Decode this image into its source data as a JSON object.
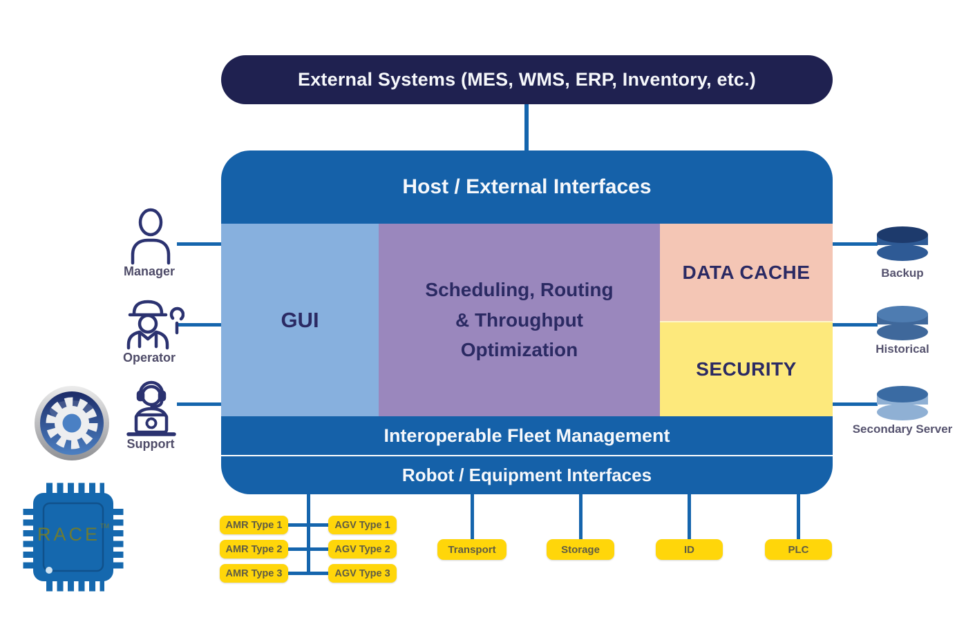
{
  "external": {
    "label": "External Systems (MES, WMS, ERP, Inventory, etc.)"
  },
  "main": {
    "header": "Host / External Interfaces",
    "gui": "GUI",
    "scheduling": "Scheduling, Routing\n& Throughput\nOptimization",
    "data_cache": "DATA CACHE",
    "security": "SECURITY",
    "fleet": "Interoperable Fleet Management",
    "robot": "Robot / Equipment Interfaces"
  },
  "actors": [
    {
      "label": "Manager",
      "icon": "manager-person-icon"
    },
    {
      "label": "Operator",
      "icon": "operator-worker-icon"
    },
    {
      "label": "Support",
      "icon": "support-headset-icon"
    }
  ],
  "badges": {
    "gear_icon": "gear-icon",
    "chip_icon": "race-chip-icon",
    "chip_label": "RACE",
    "chip_tm": "TM"
  },
  "databases": [
    {
      "label": "Backup"
    },
    {
      "label": "Historical"
    },
    {
      "label": "Secondary Server"
    }
  ],
  "equipment": {
    "amr": [
      "AMR Type 1",
      "AMR Type 2",
      "AMR Type 3"
    ],
    "agv": [
      "AGV Type 1",
      "AGV Type 2",
      "AGV Type 3"
    ],
    "devices": [
      "Transport",
      "Storage",
      "ID",
      "PLC"
    ]
  },
  "colors": {
    "navy_pill": "#1f2150",
    "host_blue": "#1561a9",
    "connector_blue": "#1565ad",
    "gui_blue": "#87b0de",
    "scheduling_purple": "#9a87bd",
    "cache_salmon": "#f4c6b5",
    "security_yellow": "#fde97c",
    "button_yellow": "#ffd60a",
    "block_text": "#2b2a63",
    "label_text": "#4e4b68",
    "chip_blue": "#1568ae",
    "chip_text": "#6e7b33"
  }
}
